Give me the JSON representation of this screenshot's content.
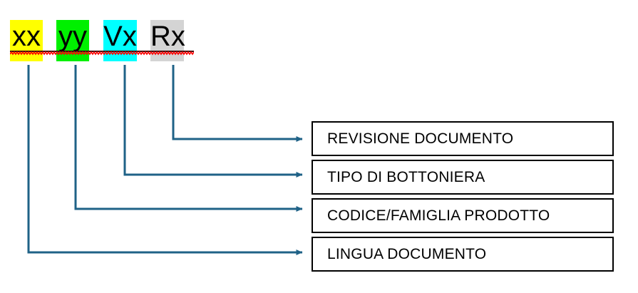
{
  "diagram": {
    "title": "Document code structure breakdown",
    "background_color": "#ffffff",
    "connector_color": "#1f6287",
    "box_border_color": "#000000",
    "spellcheck_underline_color": "#ff0000",
    "code_tokens": [
      {
        "text": "xx",
        "highlight_color": "#ffff00",
        "highlight_name": "yellow",
        "meaning_index": 3
      },
      {
        "text": "yy",
        "highlight_color": "#00f000",
        "highlight_name": "green",
        "meaning_index": 2
      },
      {
        "text": "Vx",
        "highlight_color": "#00ffff",
        "highlight_name": "cyan",
        "meaning_index": 1
      },
      {
        "text": "Rx",
        "highlight_color": "#d4d4d4",
        "highlight_name": "gray",
        "meaning_index": 0
      }
    ],
    "labels": [
      {
        "text": "REVISIONE DOCUMENTO"
      },
      {
        "text": "TIPO DI BOTTONIERA"
      },
      {
        "text": "CODICE/FAMIGLIA PRODOTTO"
      },
      {
        "text": "LINGUA DOCUMENTO"
      }
    ]
  }
}
